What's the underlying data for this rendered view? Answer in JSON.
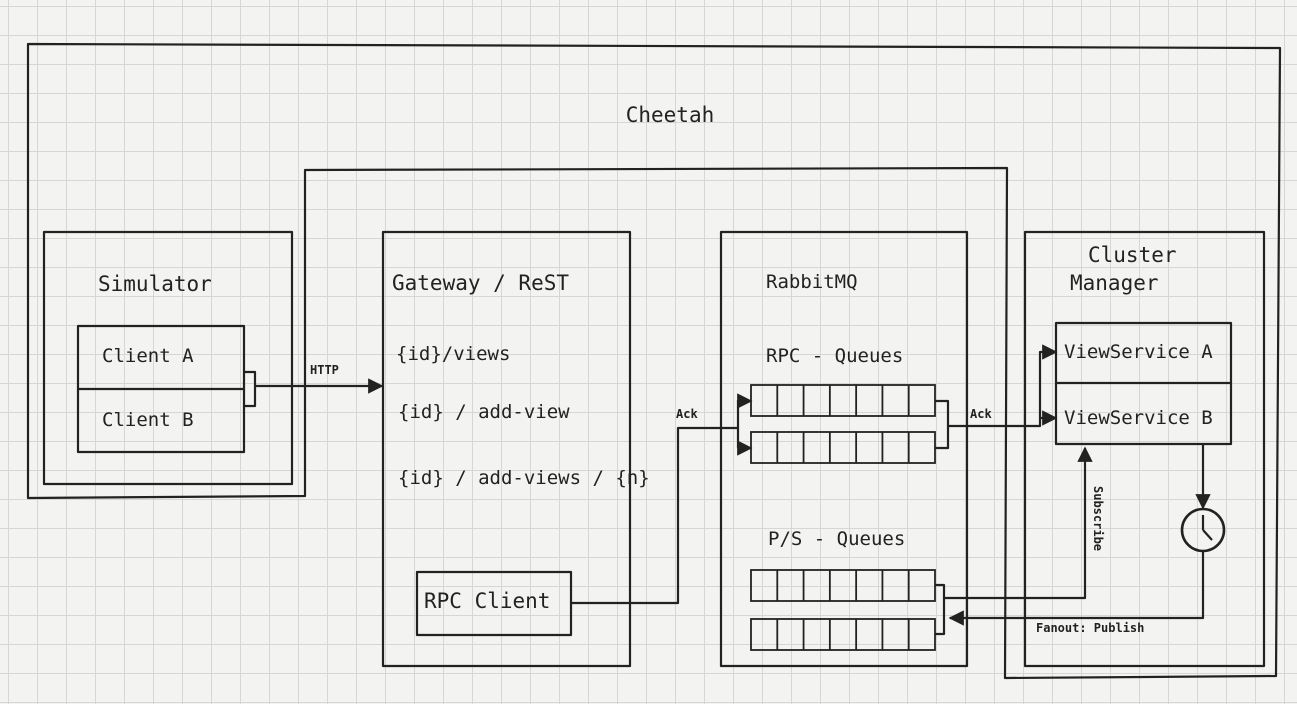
{
  "title": "Cheetah",
  "simulator": {
    "label": "Simulator",
    "clients": [
      "Client  A",
      "Client  B"
    ]
  },
  "gateway": {
    "label": "Gateway / ReST",
    "routes": [
      "{id}/views",
      "{id} / add-view",
      "{id} / add-views / {n}"
    ],
    "rpc_client": "RPC Client"
  },
  "rabbitmq": {
    "label": "RabbitMQ",
    "rpc_queues": "RPC - Queues",
    "ps_queues": "P/S - Queues",
    "queue_slots": 7
  },
  "cluster_manager": {
    "label_line1": "Cluster",
    "label_line2": "Manager",
    "services": [
      "ViewService  A",
      "ViewService  B"
    ]
  },
  "edges": {
    "http": "HTTP",
    "ack_left": "Ack",
    "ack_right": "Ack",
    "subscribe": "Subscribe",
    "fanout": "Fanout: Publish"
  },
  "icons": {
    "timer": "clock-icon"
  }
}
